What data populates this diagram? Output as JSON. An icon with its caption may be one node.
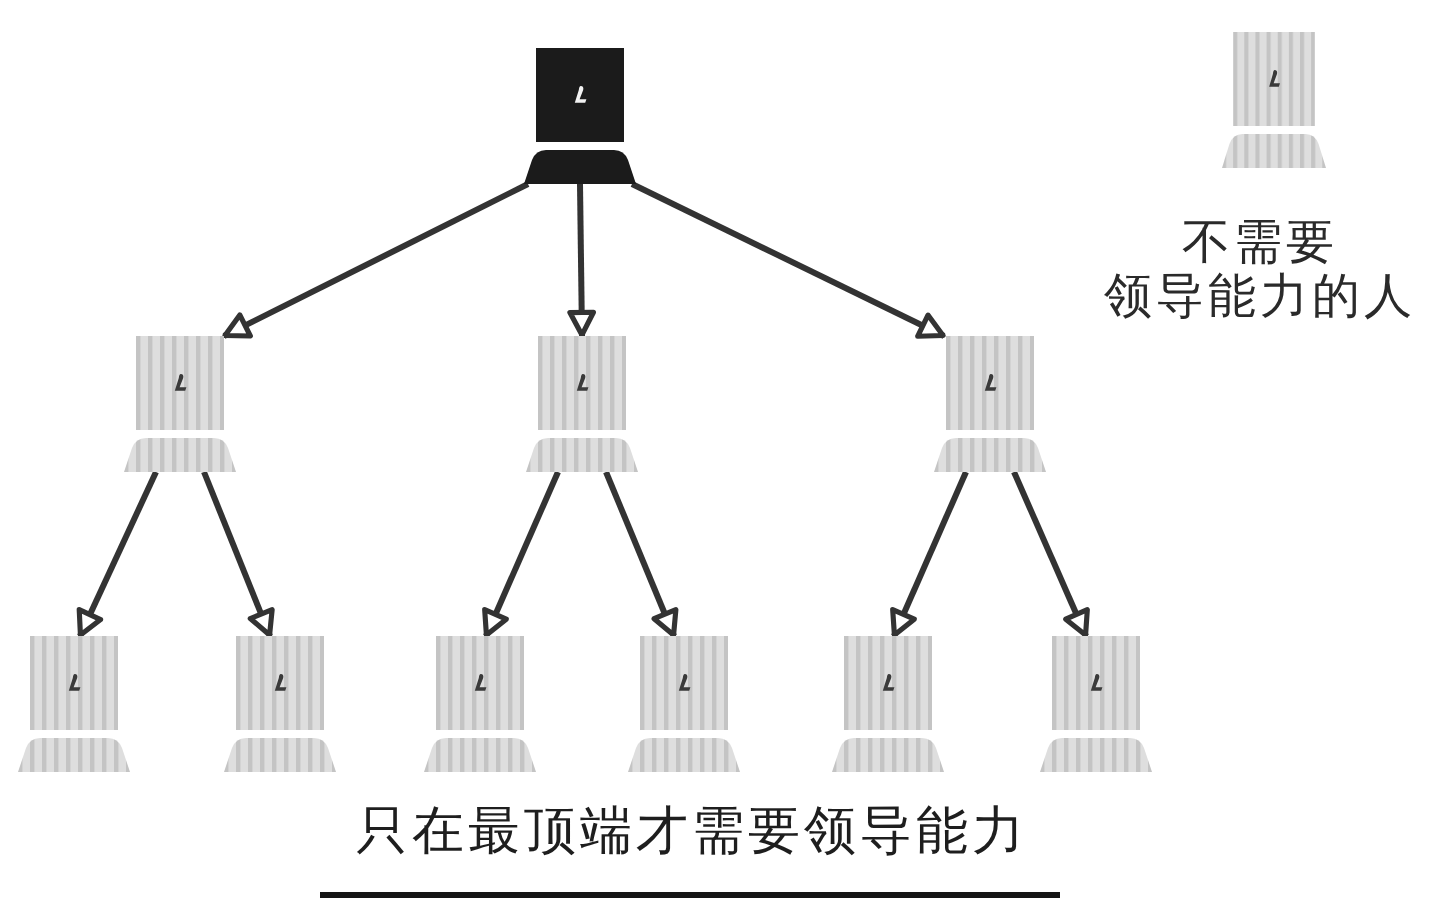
{
  "diagram": {
    "caption": "只在最顶端才需要领导能力",
    "nodes": [
      {
        "text": [],
        "shape": "person"
      },
      {
        "text": [],
        "shape": "person"
      },
      {
        "text": [],
        "shape": "person"
      },
      {
        "text": [],
        "shape": "person"
      },
      {
        "text": [],
        "shape": "person"
      },
      {
        "text": [],
        "shape": "person"
      },
      {
        "text": [],
        "shape": "person"
      },
      {
        "text": [],
        "shape": "person"
      },
      {
        "text": [],
        "shape": "person"
      },
      {
        "text": [],
        "shape": "person"
      }
    ],
    "edges": [
      {
        "from": 0,
        "to": 1,
        "arrow": "to"
      },
      {
        "from": 0,
        "to": 2,
        "arrow": "to"
      },
      {
        "from": 0,
        "to": 3,
        "arrow": "to"
      },
      {
        "from": 1,
        "to": 4,
        "arrow": "to"
      },
      {
        "from": 1,
        "to": 5,
        "arrow": "to"
      },
      {
        "from": 2,
        "to": 6,
        "arrow": "to"
      },
      {
        "from": 2,
        "to": 7,
        "arrow": "to"
      },
      {
        "from": 3,
        "to": 8,
        "arrow": "to"
      },
      {
        "from": 3,
        "to": 9,
        "arrow": "to"
      }
    ],
    "legend": [
      {
        "text": "不需要领导能力的人"
      }
    ]
  }
}
